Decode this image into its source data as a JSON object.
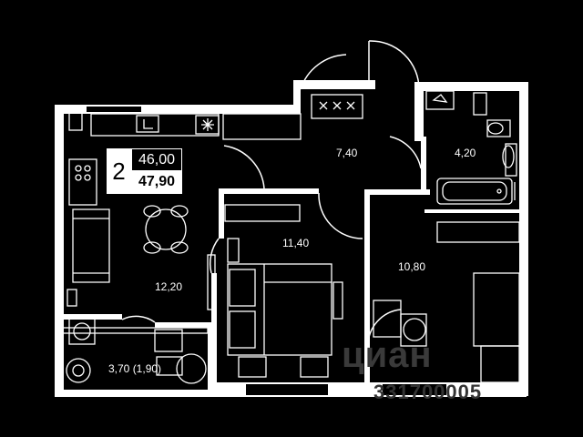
{
  "apartment": {
    "rooms": "2",
    "total_area": "46,00",
    "living_area": "47,90"
  },
  "rooms": [
    {
      "id": "hall",
      "area": "7,40"
    },
    {
      "id": "bathroom",
      "area": "4,20"
    },
    {
      "id": "bedroom",
      "area": "11,40"
    },
    {
      "id": "kitchen-living",
      "area": "12,20"
    },
    {
      "id": "room",
      "area": "10,80"
    },
    {
      "id": "balcony",
      "area": "3,70 (1,90)"
    }
  ],
  "watermark": {
    "brand": "циан",
    "id": "331700005"
  },
  "colors": {
    "background": "#000000",
    "walls": "#ffffff",
    "lines": "#ffffff"
  }
}
